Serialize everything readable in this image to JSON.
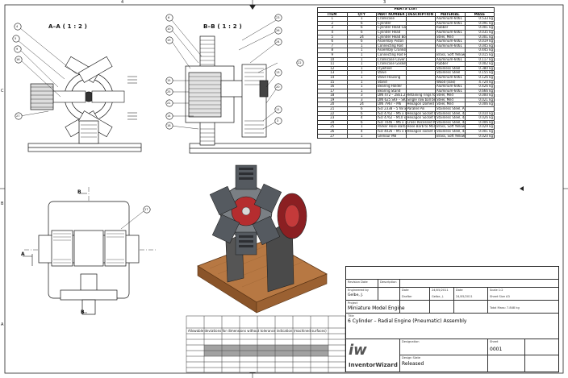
{
  "views": {
    "aa_title": "A–A ( 1 : 2 )",
    "bb_title": "B–B ( 1 : 2 )",
    "section_a_letter": "A",
    "section_b_letter": "B",
    "balloons_aa": [
      "4",
      "5",
      "9",
      "16",
      "27"
    ],
    "balloons_bb_left": [
      "6",
      "10",
      "19",
      "15",
      "25",
      "21",
      "14",
      "18"
    ],
    "balloons_bb_right": [
      "23",
      "26",
      "24",
      "22",
      "13",
      "20",
      "11",
      "3"
    ],
    "balloon_front": "17"
  },
  "parts_list": {
    "caption": "PARTS LIST",
    "headers": [
      "ITEM",
      "QTY",
      "PART NUMBER",
      "DESCRIPTION",
      "MATERIAL",
      "MASS"
    ],
    "rows": [
      [
        "1",
        "1",
        "Crankcase",
        "",
        "Aluminum-6061",
        "0.533 kg"
      ],
      [
        "2",
        "6",
        "Cylinder",
        "",
        "Aluminum-6061",
        "0.091 kg"
      ],
      [
        "3",
        "6",
        "Cylinder Head Gasket",
        "",
        "Rubber",
        "0.001 kg"
      ],
      [
        "4",
        "6",
        "Cylinder Head",
        "",
        "Aluminum-6061",
        "0.035 kg"
      ],
      [
        "5",
        "24",
        "Cylinder Head Bolt",
        "",
        "Steel, Mild",
        "0.001 kg"
      ],
      [
        "6",
        "6",
        "Assembly Piston",
        "",
        "Aluminum-6061",
        "0.019 kg"
      ],
      [
        "7",
        "1",
        "Connecting Rod",
        "",
        "Aluminum-6061",
        "0.045 kg"
      ],
      [
        "8",
        "1",
        "Assembly Crankshaft",
        "",
        "",
        "0.445 kg"
      ],
      [
        "9",
        "1",
        "Connecting Rod Hub",
        "",
        "Brass, Soft Yellow",
        "0.015 kg"
      ],
      [
        "10",
        "1",
        "Crankcase Cover",
        "",
        "Aluminum-6061",
        "0.117 kg"
      ],
      [
        "11",
        "1",
        "Crankcase Gasket",
        "",
        "Rubber",
        "0.002 kg"
      ],
      [
        "12",
        "1",
        "Flywheel",
        "",
        "Stainless Steel",
        "0.380 kg"
      ],
      [
        "13",
        "1",
        "Valve",
        "",
        "Stainless Steel",
        "0.155 kg"
      ],
      [
        "14",
        "1",
        "Valve Housing",
        "",
        "Aluminum-6061",
        "0.126 kg"
      ],
      [
        "15",
        "1",
        "Stand",
        "",
        "Wood (Oak)",
        "4.724 kg"
      ],
      [
        "16",
        "1",
        "Bearing Holder",
        "",
        "Aluminum-6061",
        "0.426 kg"
      ],
      [
        "17",
        "1",
        "Bearing Stand",
        "",
        "Aluminum-6061",
        "0.666 kg"
      ],
      [
        "18",
        "3",
        "DIN 472 – 28x1.2",
        "Retaining rings for bores",
        "Steel, Mild",
        "0.000 kg"
      ],
      [
        "19",
        "3",
        "DIN 625 SKF – SKF 6001",
        "Single row ball bearings",
        "Steel, Mild",
        "0.021 kg"
      ],
      [
        "20",
        "24",
        "DIN 7967 – M6",
        "Hexagon Domed Cap Nuts",
        "Steel, Mild",
        "0.006 kg"
      ],
      [
        "21",
        "6",
        "ISO 2338 – 5 h8 x 16",
        "Parallel Pin",
        "Stainless Steel, Austenitic",
        ""
      ],
      [
        "22",
        "6",
        "ISO 4762 – M6 x 45",
        "Hexagon Socket Head Cap Screw",
        "Stainless Steel, 440C",
        "0.010 kg"
      ],
      [
        "23",
        "4",
        "ISO 4762 – M10 x 25",
        "Hexagon Socket Head Cap Screw",
        "Stainless Steel, 440C",
        "0.026 kg"
      ],
      [
        "24",
        "6",
        "ISO 7046 – M6 x 16 – 4.8 – H",
        "Cross Recessed Pan Head Machine Screw",
        "Stainless Steel, 440C",
        "0.006 kg"
      ],
      [
        "25",
        "1",
        "Parker Hose Barb to Male Pipe 125HBL 125HBL–4–2",
        "Hose Barb to Male Pipe",
        "Brass, Soft Yellow",
        "0.029 kg"
      ],
      [
        "26",
        "4",
        "ISO 4026 – M5 x 8",
        "Hexagon socket set screws with flat point",
        "Stainless Steel, 440C",
        "0.001 kg"
      ],
      [
        "27",
        "1",
        "Glenour M8",
        "",
        "Brass, Soft Yellow",
        "0.020 kg"
      ]
    ]
  },
  "tolerance": {
    "caption": "Allowable deviations for dimensions without tolerance indication (machined surfaces)"
  },
  "title_block": {
    "revision_label": "Revision Date",
    "description_label": "Description",
    "engineered_by_label": "Engineered by",
    "engineered_by": "Gelbe, J.",
    "date_label": "Date",
    "date_value": "24/05/2011",
    "drafter_label": "Drafter",
    "drafter_value": "Gelbe, J.",
    "scale_label": "Scale 1:2",
    "sheet_label": "Sheet Size A3",
    "project_label": "Project",
    "project": "Miniature Model Engine",
    "mass_label": "Total Mass: 7.848 kg",
    "title_label": "Title",
    "title": "6 Cylinder – Radial Engine (Pneumatic) Assembly",
    "designation_label": "Designation",
    "design_state_label": "Design State",
    "design_state": "Released",
    "sheet_no_label": "Sheet",
    "sheet_no": "0001",
    "logo": "InventorWizard",
    "logo_initials": "iw"
  },
  "frame": {
    "col_marks": [
      "3",
      "4"
    ],
    "row_marks": [
      "C",
      "B",
      "A"
    ]
  },
  "colors": {
    "line": "#1a1a1a",
    "wood": "#a0663a",
    "red": "#b3262a",
    "metal": "#6e7378"
  }
}
